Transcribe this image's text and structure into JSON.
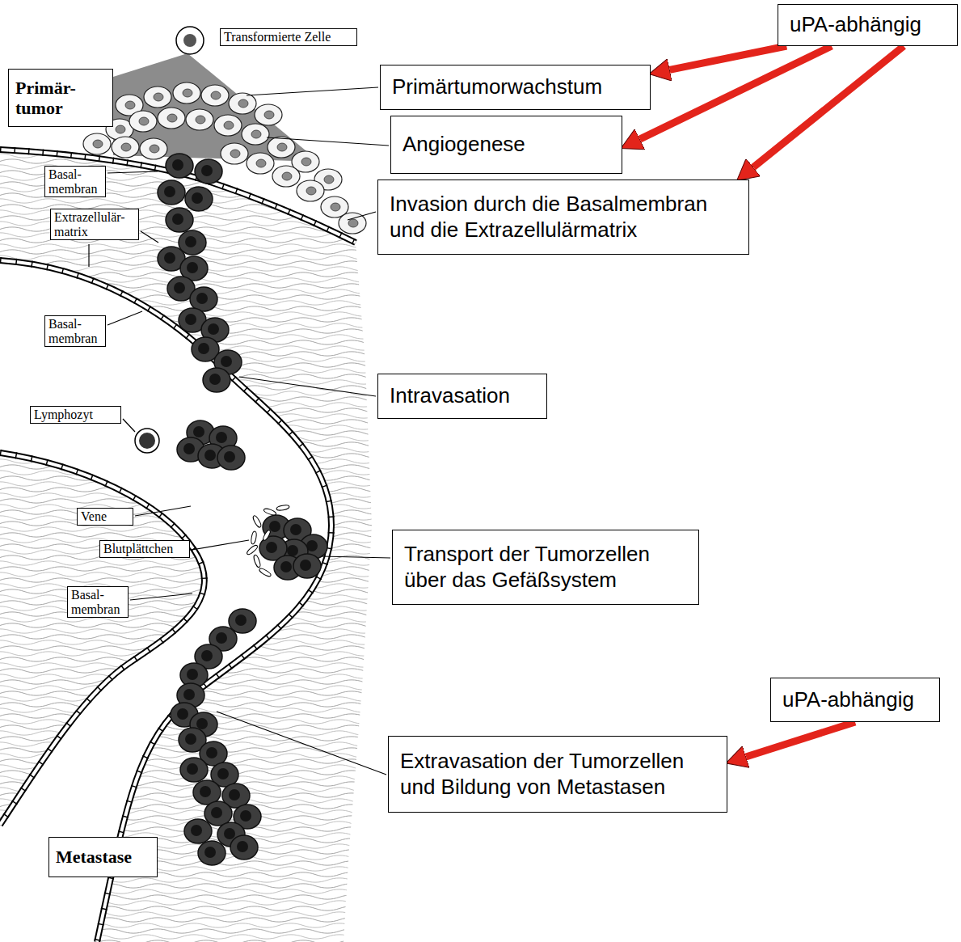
{
  "diagram": {
    "nodes": [
      {
        "text": [
          "Transformierte Zelle"
        ]
      },
      {
        "text": [
          "Primär- tumor"
        ]
      },
      {
        "text": [
          "uPA-abhängig"
        ]
      },
      {
        "text": [
          "Primärtumorwachstum"
        ]
      },
      {
        "text": [
          "Angiogenese"
        ]
      },
      {
        "text": [
          "Basal- membran"
        ]
      },
      {
        "text": [
          "Extrazellulär- matrix"
        ]
      },
      {
        "text": [
          "Invasion durch die Basalmembran und die Extrazellulärmatrix"
        ]
      },
      {
        "text": [
          "Basal- membran"
        ]
      },
      {
        "text": [
          "Intravasation"
        ]
      },
      {
        "text": [
          "Lymphozyt"
        ]
      },
      {
        "text": [
          "Vene"
        ]
      },
      {
        "text": [
          "Blutplättchen"
        ]
      },
      {
        "text": [
          "Transport der Tumorzellen über das Gefäßsystem"
        ]
      },
      {
        "text": [
          "Basal- membran"
        ]
      },
      {
        "text": [
          "uPA-abhängig"
        ]
      },
      {
        "text": [
          "Extravasation der Tumorzellen und Bildung von Metastasen"
        ]
      },
      {
        "text": [
          "Metastase"
        ]
      }
    ],
    "edges": [
      {
        "from": 2,
        "to": 3,
        "arrow": "to"
      },
      {
        "from": 2,
        "to": 4,
        "arrow": "to"
      },
      {
        "from": 2,
        "to": 7,
        "arrow": "to"
      },
      {
        "from": 15,
        "to": 16,
        "arrow": "to"
      }
    ]
  }
}
